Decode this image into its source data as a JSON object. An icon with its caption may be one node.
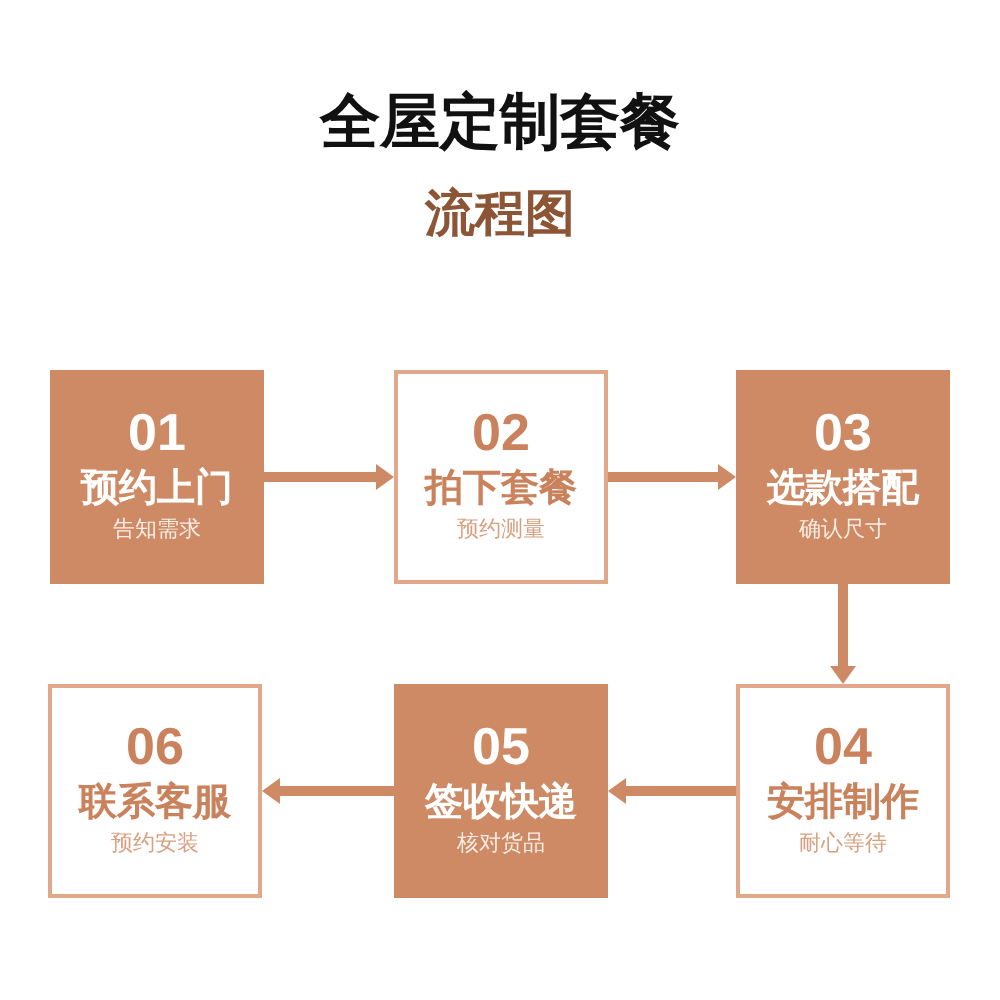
{
  "diagram": {
    "title": "全屋定制套餐",
    "nodes": [
      {
        "text": [
          "01",
          "预约上门",
          "告知需求"
        ]
      },
      {
        "text": [
          "02",
          "拍下套餐",
          "预约测量"
        ]
      },
      {
        "text": [
          "03",
          "选款搭配",
          "确认尺寸"
        ]
      },
      {
        "text": [
          "04",
          "安排制作",
          "耐心等待"
        ]
      },
      {
        "text": [
          "05",
          "签收快递",
          "核对货品"
        ]
      },
      {
        "text": [
          "06",
          "联系客服",
          "预约安装"
        ]
      }
    ],
    "edges": [
      {
        "from": 0,
        "to": 1,
        "arrow": "to"
      },
      {
        "from": 1,
        "to": 2,
        "arrow": "to"
      },
      {
        "from": 2,
        "to": 3,
        "arrow": "to"
      },
      {
        "from": 3,
        "to": 4,
        "arrow": "to"
      },
      {
        "from": 4,
        "to": 5,
        "arrow": "to"
      }
    ],
    "labels": [
      "流程图"
    ]
  }
}
